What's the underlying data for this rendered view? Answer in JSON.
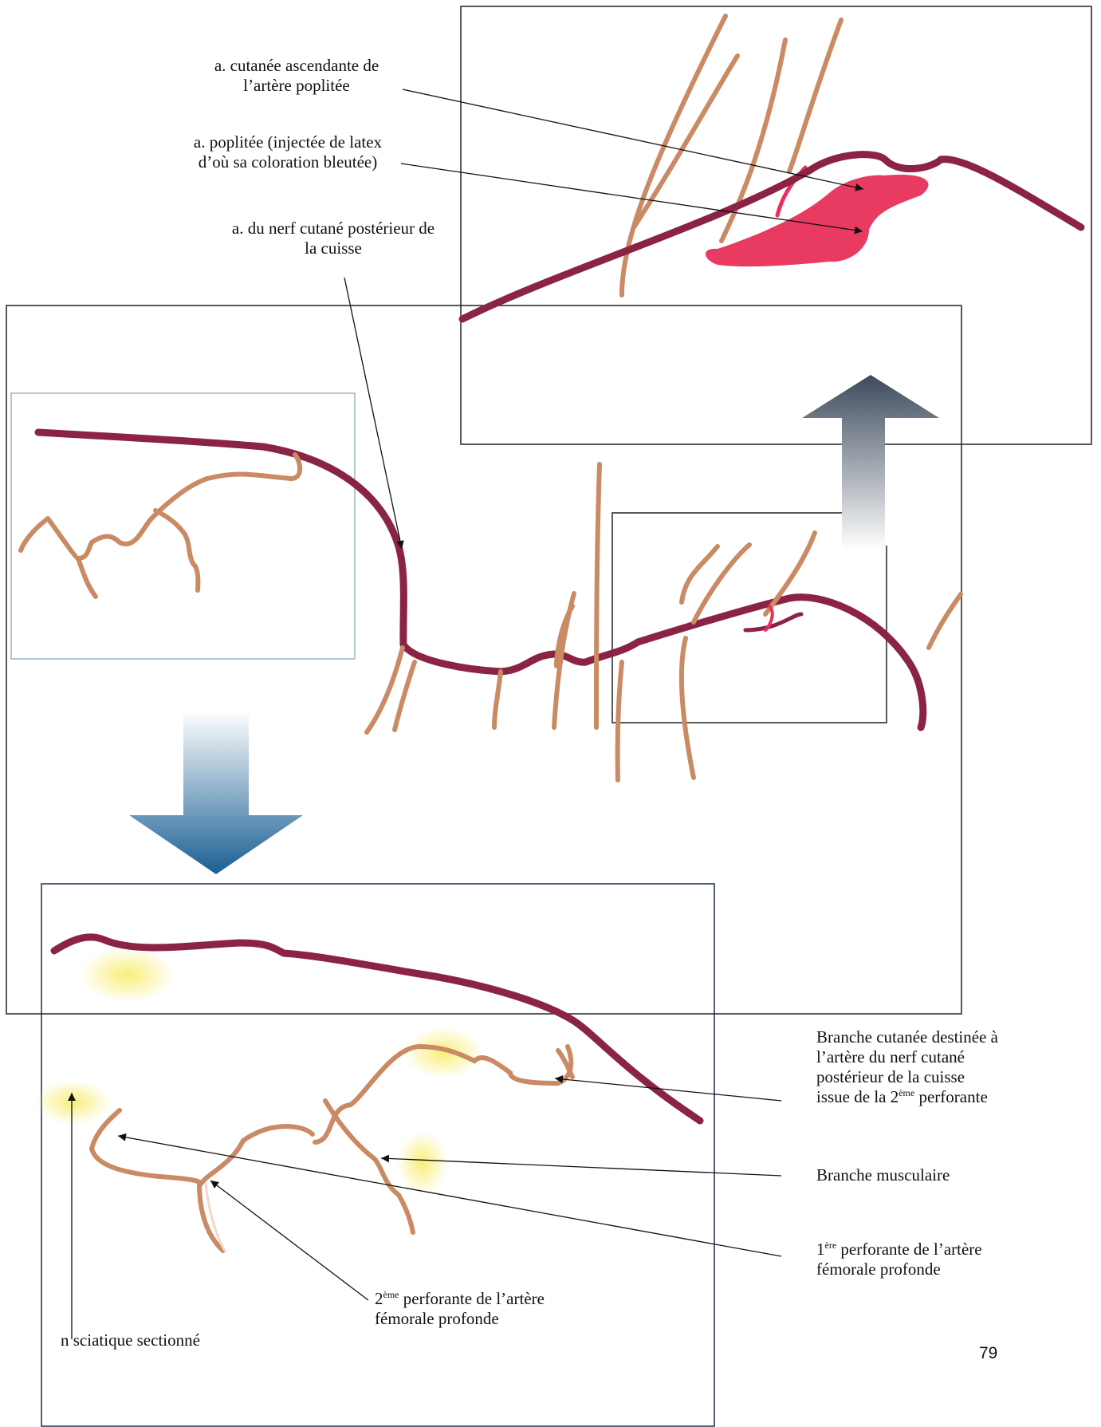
{
  "labels": {
    "cutanee_ascendante": {
      "line1": "a. cutanée ascendante de",
      "line2": "l’artère poplitée"
    },
    "poplitee": {
      "line1": "a. poplitée (injectée de latex",
      "line2": "d’où sa coloration bleutée)"
    },
    "nerf_cutane": {
      "line1": "a. du nerf cutané postérieur de",
      "line2": "la cuisse"
    },
    "branche_cutanee": {
      "line1": "Branche cutanée destinée à",
      "line2": "l’artère du nerf cutané",
      "line3": "postérieur de la cuisse",
      "line4_pre": "issue de la 2",
      "line4_sup": "ème",
      "line4_post": " perforante"
    },
    "branche_musculaire": "Branche musculaire",
    "premiere_perforante": {
      "pre": "1",
      "sup": "ère",
      "post": " perforante de l’artère",
      "line2": "fémorale profonde"
    },
    "deuxieme_perforante": {
      "pre": "2",
      "sup": "ème",
      "post": " perforante de l’artère",
      "line2": "fémorale profonde"
    },
    "sciatique": {
      "prefix": "n",
      "text": " sciatique sectionné"
    }
  },
  "page_number": "79",
  "colors": {
    "artery_main": "#8b2345",
    "artery_branch": "#c98a64",
    "popliteal_latex": "#e8305a",
    "highlight_yellow": "#f7ec6a",
    "arrow_blue": "#1a5f93",
    "arrow_slate": "#3d4a5c",
    "box_outline": "#1c2c4a"
  }
}
